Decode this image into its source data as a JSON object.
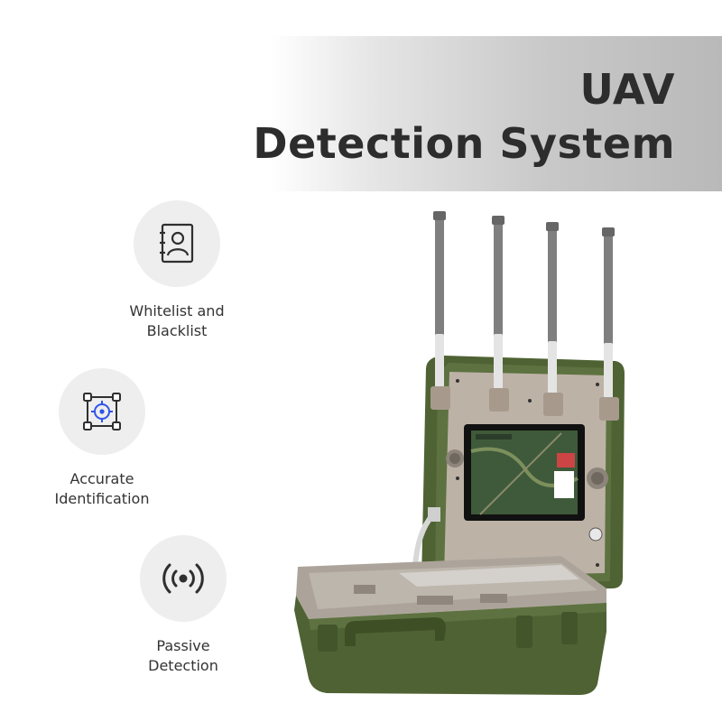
{
  "header": {
    "title_line1": "UAV",
    "title_line2": "Detection System"
  },
  "features": [
    {
      "icon": "contact-book-icon",
      "line1": "Whitelist and",
      "line2": "Blacklist"
    },
    {
      "icon": "target-crosshair-icon",
      "line1": "Accurate",
      "line2": "Identification"
    },
    {
      "icon": "radio-signal-icon",
      "line1": "Passive",
      "line2": "Detection"
    }
  ],
  "product": {
    "name": "portable-detection-case",
    "case_color": "#4f6233",
    "antenna_count": 4
  },
  "colors": {
    "accent": "#2f55e8",
    "text": "#2f2f2f",
    "banner": "#c9c9c9"
  }
}
